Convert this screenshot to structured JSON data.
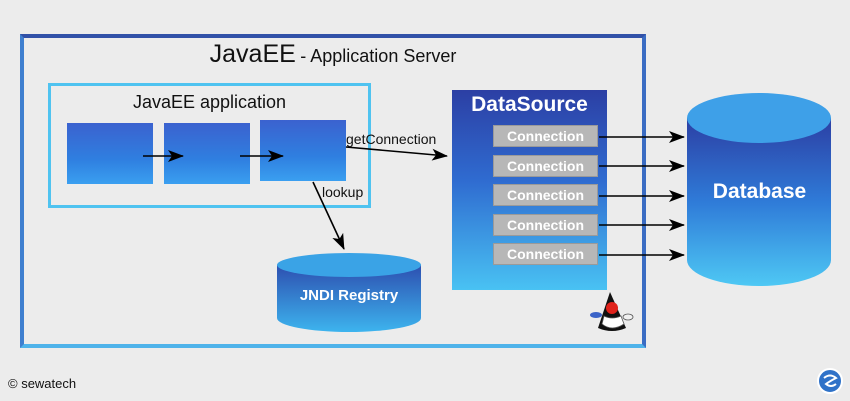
{
  "server": {
    "title": "JavaEE",
    "subtitle": "- Application Server"
  },
  "app": {
    "title": "JavaEE application"
  },
  "datasource": {
    "title": "DataSource",
    "connections": [
      "Connection",
      "Connection",
      "Connection",
      "Connection",
      "Connection"
    ]
  },
  "edges": {
    "get_connection": "getConnection",
    "lookup": "lookup"
  },
  "jndi": {
    "label": "JNDI Registry"
  },
  "database": {
    "label": "Database"
  },
  "footer": {
    "copyright": "© sewatech"
  },
  "icons": {
    "mascot": "duke-mascot-icon",
    "logo": "sewatech-logo-icon"
  }
}
